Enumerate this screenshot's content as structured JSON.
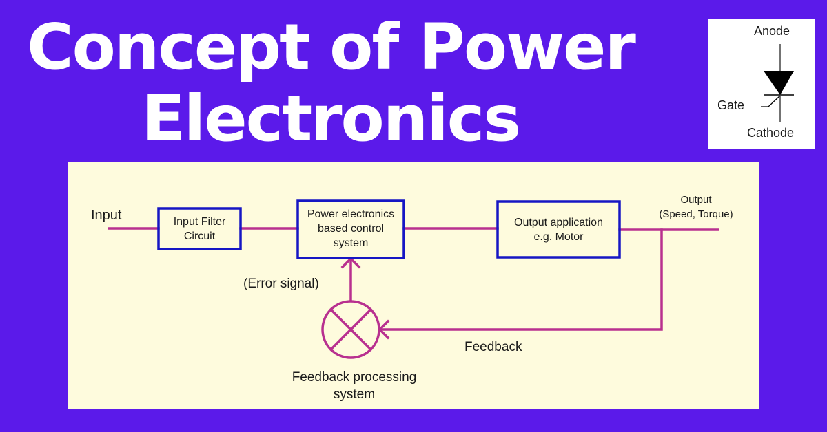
{
  "title": {
    "line1": "Concept of Power",
    "line2": "Electronics"
  },
  "scr_symbol": {
    "anode": "Anode",
    "gate": "Gate",
    "cathode": "Cathode"
  },
  "diagram": {
    "input_label": "Input",
    "blocks": [
      {
        "id": "input-filter",
        "lines": [
          "Input Filter",
          "Circuit"
        ]
      },
      {
        "id": "power-electronics-control",
        "lines": [
          "Power electronics",
          "based control",
          "system"
        ]
      },
      {
        "id": "output-application",
        "lines": [
          "Output application",
          "e.g. Motor"
        ]
      }
    ],
    "output_label": [
      "Output",
      "(Speed, Torque)"
    ],
    "error_signal_label": "(Error signal)",
    "feedback_label": "Feedback",
    "feedback_processing_label": [
      "Feedback processing",
      "system"
    ]
  },
  "colors": {
    "background": "#5b1aea",
    "panel": "#fefbdd",
    "box_border": "#1616c4",
    "signal_line": "#b8308f"
  }
}
